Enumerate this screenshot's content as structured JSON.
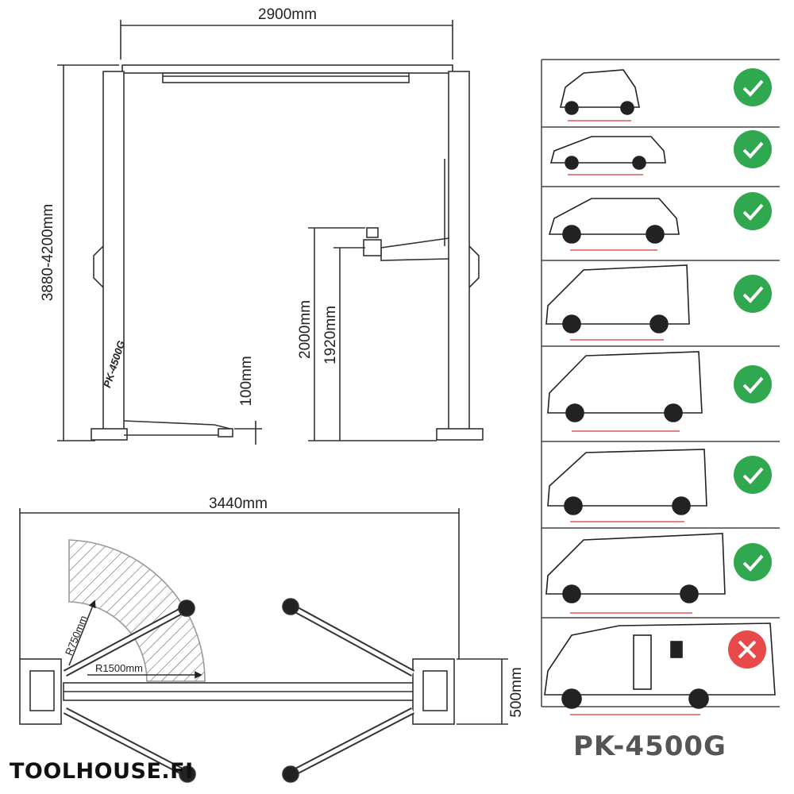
{
  "drawing": {
    "width_label": "2900mm",
    "height_label": "3880-4200mm",
    "lift_height_max": "2000mm",
    "lift_height_min": "1920mm",
    "pad_low": "100mm",
    "post_text": "PK-4500G",
    "total_length": "3440mm",
    "arm_radius_short": "R750mm",
    "arm_radius_long": "R1500mm",
    "base_width": "500mm"
  },
  "vehicles": [
    {
      "kind": "city car",
      "status": "ok",
      "icon": "check-icon"
    },
    {
      "kind": "estate car",
      "status": "ok",
      "icon": "check-icon"
    },
    {
      "kind": "suv",
      "status": "ok",
      "icon": "check-icon"
    },
    {
      "kind": "small van",
      "status": "ok",
      "icon": "check-icon"
    },
    {
      "kind": "medium van",
      "status": "ok",
      "icon": "check-icon"
    },
    {
      "kind": "long van",
      "status": "ok",
      "icon": "check-icon"
    },
    {
      "kind": "high roof van",
      "status": "ok",
      "icon": "check-icon"
    },
    {
      "kind": "motorhome",
      "status": "not-ok",
      "icon": "cross-icon"
    }
  ],
  "colors": {
    "ok": "#2fa84f",
    "not_ok": "#e84a4a",
    "line": "#333333",
    "model": "#555555"
  },
  "footer": {
    "brand": "TOOLHOUSE.FI",
    "model": "PK-4500G"
  }
}
